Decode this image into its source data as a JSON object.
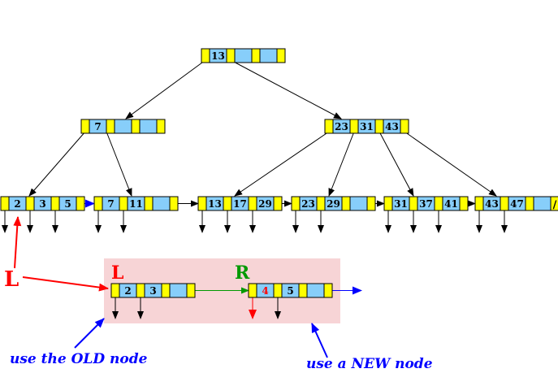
{
  "colors": {
    "yellow": "#ffff00",
    "blue": "#87cefa",
    "edge": "#000000",
    "red": "#ff0000",
    "green": "#009900",
    "navy": "#0000ff",
    "highlight": "#f7d4d6"
  },
  "tree": {
    "root": {
      "keys": [
        "13",
        "",
        ""
      ]
    },
    "level1": [
      {
        "keys": [
          "7",
          "",
          ""
        ]
      },
      {
        "keys": [
          "23",
          "31",
          "43"
        ]
      }
    ],
    "leaves": [
      {
        "keys": [
          "2",
          "3",
          "5"
        ]
      },
      {
        "keys": [
          "7",
          "11",
          ""
        ]
      },
      {
        "keys": [
          "13",
          "17",
          "29"
        ]
      },
      {
        "keys": [
          "23",
          "29",
          ""
        ]
      },
      {
        "keys": [
          "31",
          "37",
          "41"
        ]
      },
      {
        "keys": [
          "43",
          "47",
          ""
        ]
      }
    ],
    "null_pointer_symbol": "/"
  },
  "split": {
    "old_node": {
      "keys": [
        "2",
        "3",
        ""
      ],
      "tag": "L"
    },
    "new_node": {
      "keys": [
        "4",
        "5",
        ""
      ],
      "tag": "R"
    }
  },
  "labels": {
    "big_L": "L",
    "use_old": "use the OLD node",
    "use_new": "use a NEW node"
  }
}
